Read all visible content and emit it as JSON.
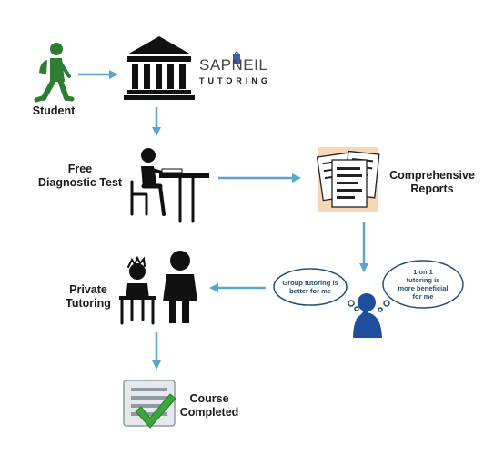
{
  "nodes": {
    "student": {
      "label": "Student"
    },
    "logo": {
      "top": "SAPNEIL",
      "bottom": "TUTORING"
    },
    "test": {
      "line1": "Free",
      "line2": "Diagnostic Test"
    },
    "reports": {
      "line1": "Comprehensive",
      "line2": "Reports"
    },
    "private": {
      "line1": "Private",
      "line2": "Tutoring"
    },
    "course": {
      "line1": "Course",
      "line2": "Completed"
    }
  },
  "thoughts": {
    "group": {
      "line1": "Group tutoring is",
      "line2": "better for me"
    },
    "one_on_one": {
      "line1": "1 on 1",
      "line2": "tutoring is",
      "line3": "more beneficial",
      "line4": "for me"
    }
  },
  "colors": {
    "arrow": "#5aa5c8",
    "student_icon": "#2e7d32",
    "icon_dark": "#111111",
    "thinker": "#1f4e9c",
    "check": "#3aa53a",
    "paper_bg": "#f6d7b8"
  }
}
